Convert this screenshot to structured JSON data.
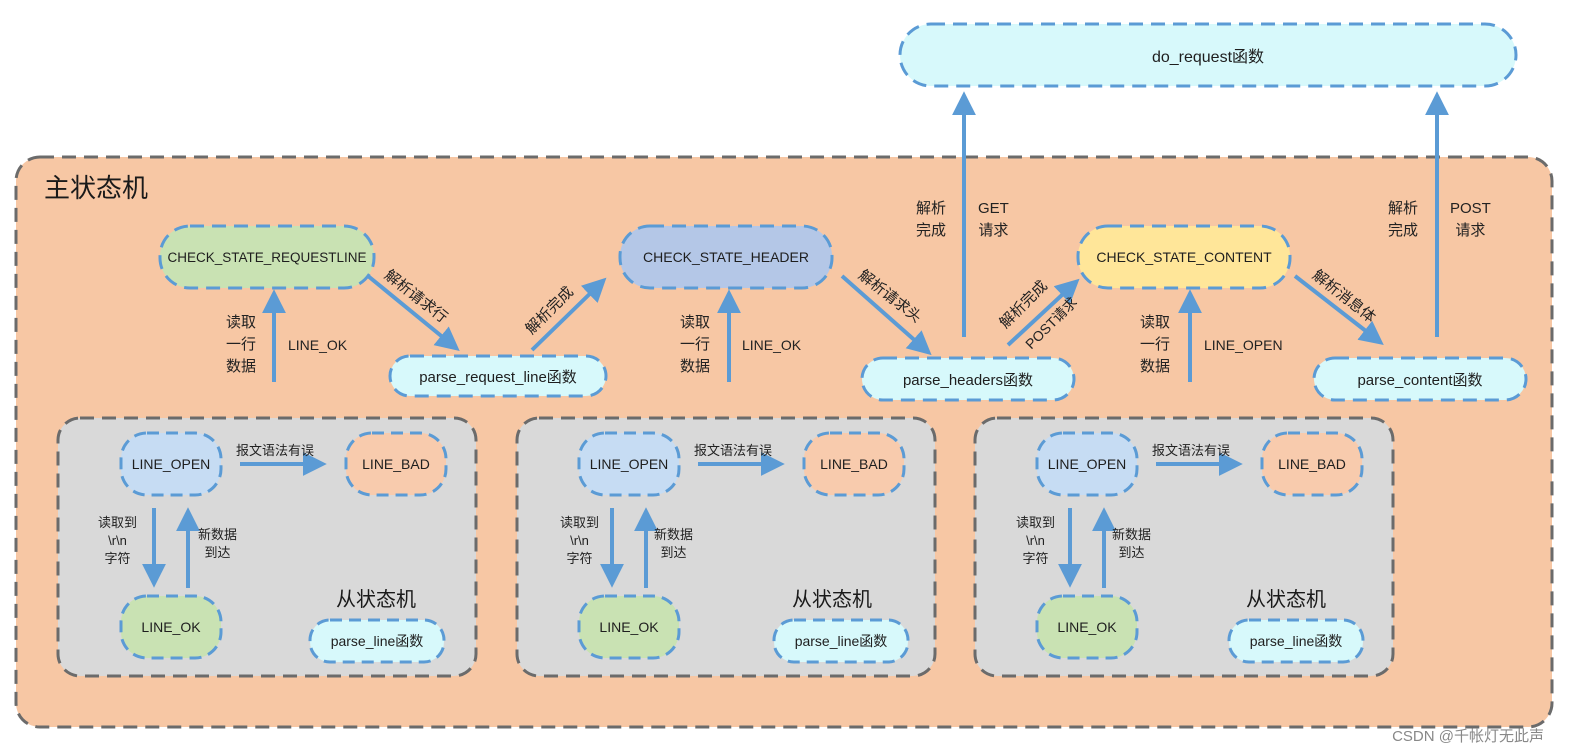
{
  "colors": {
    "main_bg": "#f7c7a4",
    "sub_bg": "#d9d9d9",
    "border_dash": "#6b6b6b",
    "node_stroke": "#5b9bd5",
    "arrow": "#5b9bd5",
    "green": "#c9e2b3",
    "blue": "#b4c7e7",
    "yellow": "#ffe699",
    "cyan": "#d7f9fb",
    "orange": "#f8cbad",
    "light_blue": "#c6dcf3"
  },
  "diagram": {
    "main_machine_title": "主状态机",
    "do_request": "do_request函数",
    "states": {
      "requestline": "CHECK_STATE_REQUESTLINE",
      "header": "CHECK_STATE_HEADER",
      "content": "CHECK_STATE_CONTENT"
    },
    "functions": {
      "parse_request_line": "parse_request_line函数",
      "parse_headers": "parse_headers函数",
      "parse_content": "parse_content函数"
    },
    "edge_labels": {
      "parse_request_line_edge": "解析请求行",
      "parse_done_1": "解析完成",
      "parse_headers_edge": "解析请求头",
      "parse_done_2": "解析完成",
      "post_request": "POST请求",
      "parse_body": "解析消息体",
      "get_done": "解析\n完成",
      "get_req": "GET\n请求",
      "post_done": "解析\n完成",
      "post_req": "POST\n请求",
      "read_line_1": "读取\n一行\n数据",
      "line_ok_1": "LINE_OK",
      "read_line_2": "读取\n一行\n数据",
      "line_ok_2": "LINE_OK",
      "read_line_3": "读取\n一行\n数据",
      "line_open_3": "LINE_OPEN"
    },
    "sub_machines": [
      {
        "title": "从状态机",
        "line_open": "LINE_OPEN",
        "line_bad": "LINE_BAD",
        "line_ok": "LINE_OK",
        "syntax_error": "报文语法有误",
        "read_crlf": "读取到\n\\r\\n\n字符",
        "new_data": "新数据\n到达",
        "parse_line": "parse_line函数"
      },
      {
        "title": "从状态机",
        "line_open": "LINE_OPEN",
        "line_bad": "LINE_BAD",
        "line_ok": "LINE_OK",
        "syntax_error": "报文语法有误",
        "read_crlf": "读取到\n\\r\\n\n字符",
        "new_data": "新数据\n到达",
        "parse_line": "parse_line函数"
      },
      {
        "title": "从状态机",
        "line_open": "LINE_OPEN",
        "line_bad": "LINE_BAD",
        "line_ok": "LINE_OK",
        "syntax_error": "报文语法有误",
        "read_crlf": "读取到\n\\r\\n\n字符",
        "new_data": "新数据\n到达",
        "parse_line": "parse_line函数"
      }
    ],
    "watermark": "CSDN @千帐灯无此声"
  }
}
